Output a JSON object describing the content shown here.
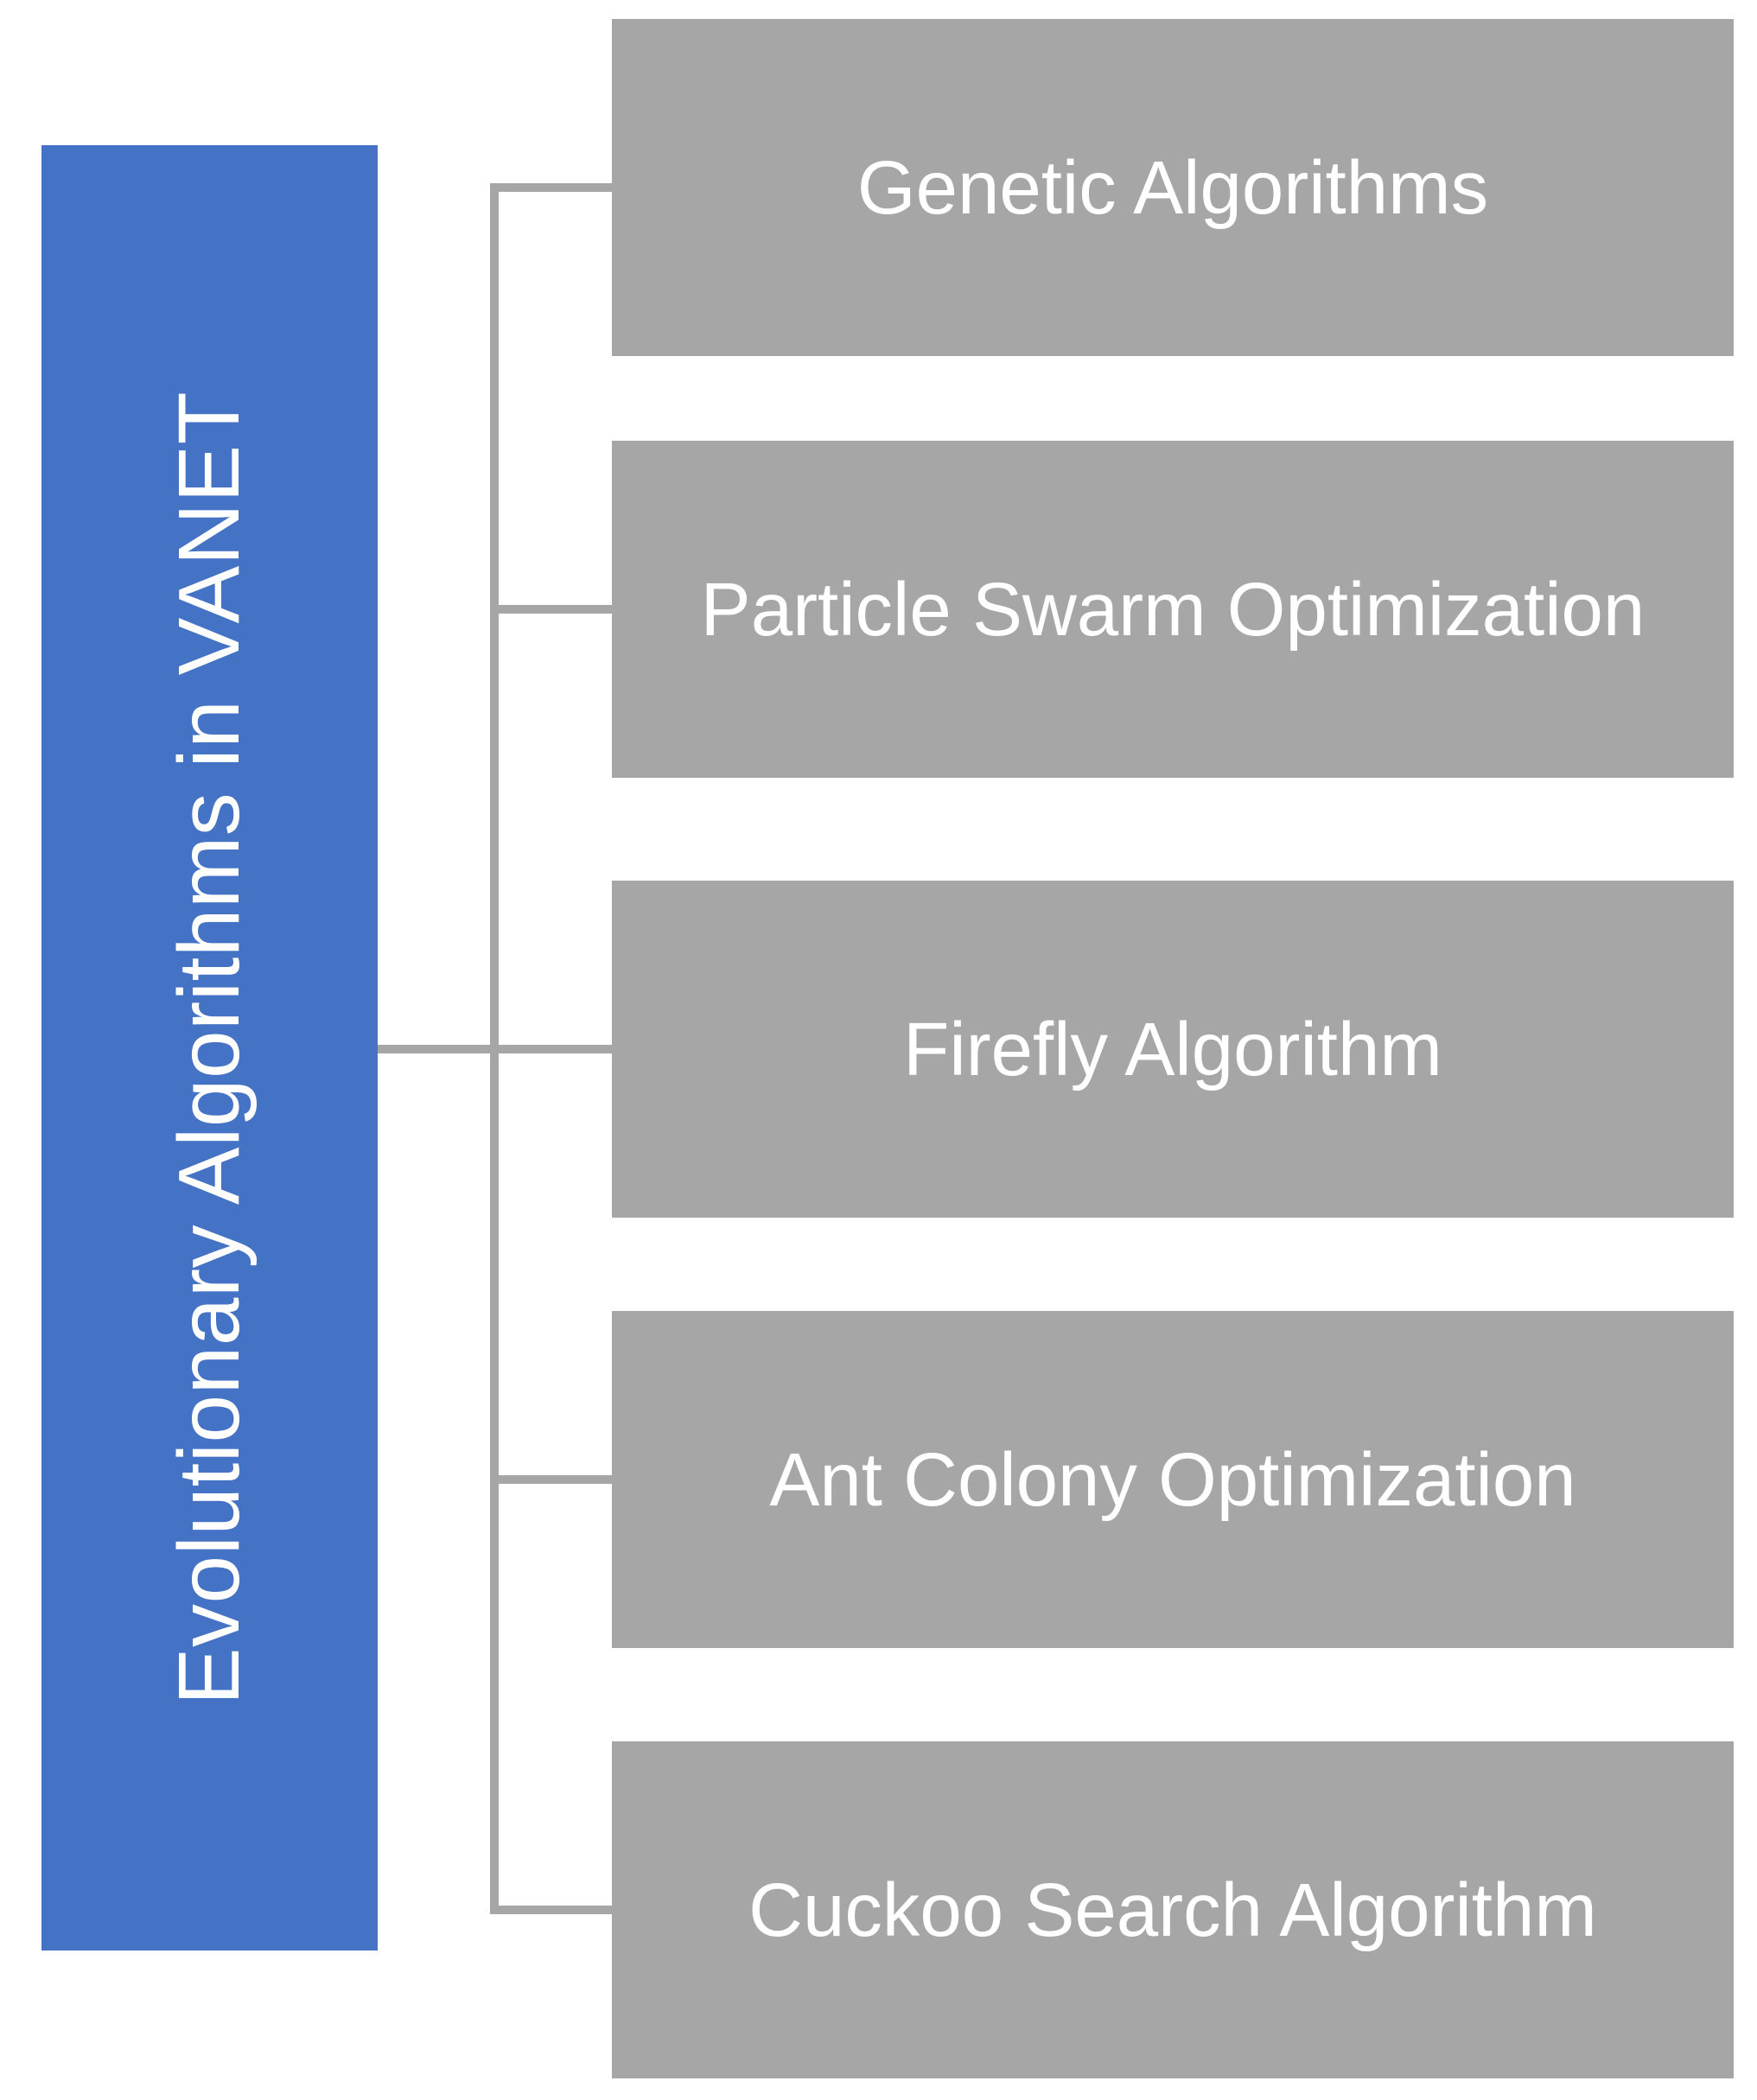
{
  "diagram": {
    "type": "hierarchy",
    "root": {
      "label": "Evolutionary Algorithms in VANET"
    },
    "children": [
      {
        "label": "Genetic Algorithms"
      },
      {
        "label": "Particle Swarm Optimization"
      },
      {
        "label": "Firefly Algorithm"
      },
      {
        "label": "Ant Colony Optimization"
      },
      {
        "label": "Cuckoo Search Algorithm"
      }
    ]
  },
  "colors": {
    "root_fill": "#4472C4",
    "child_fill": "#A6A6A6",
    "connector": "#A6A6A6",
    "label_text": "#FFFFFF",
    "background": "#FFFFFF"
  }
}
